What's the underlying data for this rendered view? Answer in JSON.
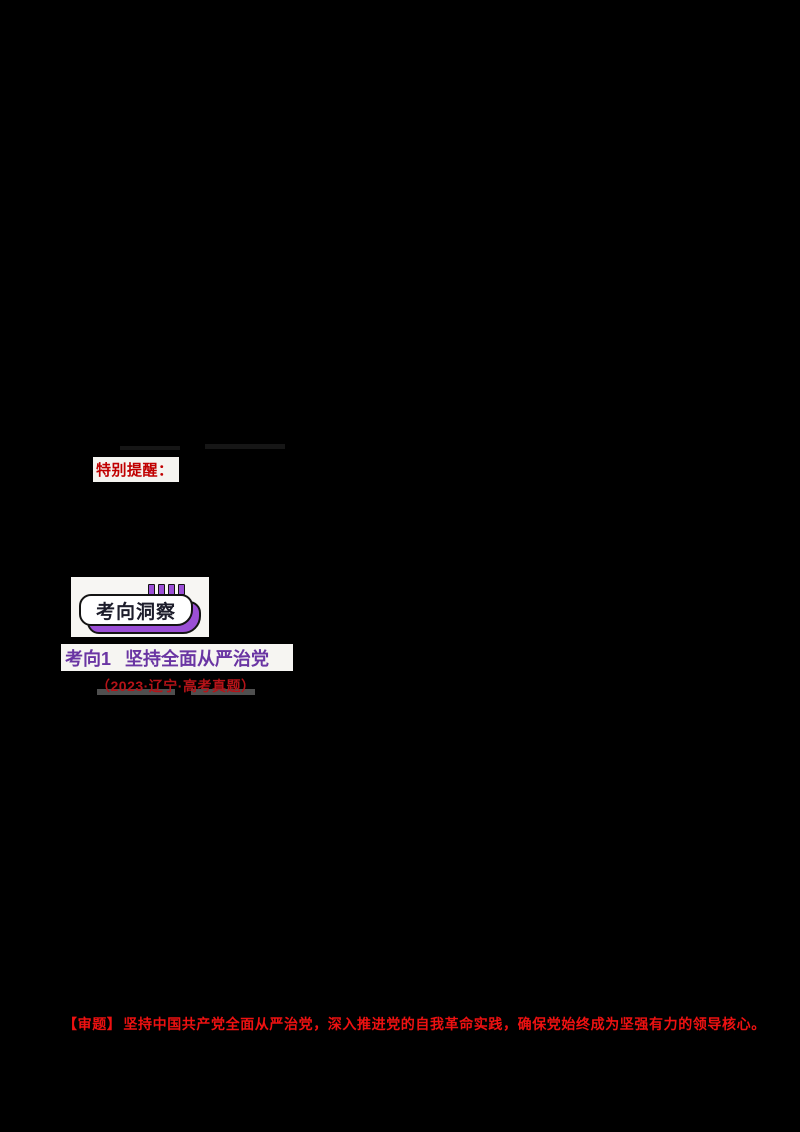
{
  "page": {
    "background": "#000000"
  },
  "reminder": {
    "label": "特别提醒：",
    "color": "#c00000"
  },
  "badge": {
    "label": "考向洞察",
    "accent_color": "#9b4fd6"
  },
  "heading": {
    "number": "考向1",
    "title": "坚持全面从严治党",
    "color": "#6a35a3"
  },
  "source": {
    "text": "（2023·辽宁·高考真题）",
    "color": "#b51318"
  },
  "analysis": {
    "tag": "【审题】",
    "text": "坚持中国共产党全面从严治党，深入推进党的自我革命实践，确保党始终成为坚强有力的领导核心。",
    "color": "#ee1111"
  }
}
